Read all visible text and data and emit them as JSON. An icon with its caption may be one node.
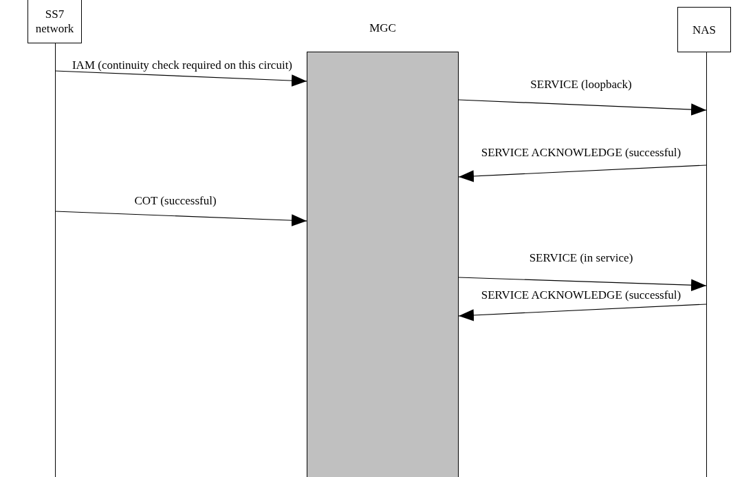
{
  "diagram": {
    "nodes": [
      {
        "text": [
          "SS7 network"
        ]
      },
      {
        "text": [
          "MGC"
        ]
      },
      {
        "text": [
          "NAS"
        ]
      }
    ],
    "edges": [
      {
        "from": 0,
        "to": 1,
        "arrow": "to",
        "label": "IAM (continuity check required on this circuit)"
      },
      {
        "from": 1,
        "to": 2,
        "arrow": "to",
        "label": "SERVICE (loopback)"
      },
      {
        "from": 2,
        "to": 1,
        "arrow": "to",
        "label": "SERVICE ACKNOWLEDGE (successful)"
      },
      {
        "from": 0,
        "to": 1,
        "arrow": "to",
        "label": "COT (successful)"
      },
      {
        "from": 1,
        "to": 2,
        "arrow": "to",
        "label": "SERVICE (in service)"
      },
      {
        "from": 2,
        "to": 1,
        "arrow": "to",
        "label": "SERVICE ACKNOWLEDGE (successful)"
      }
    ]
  }
}
